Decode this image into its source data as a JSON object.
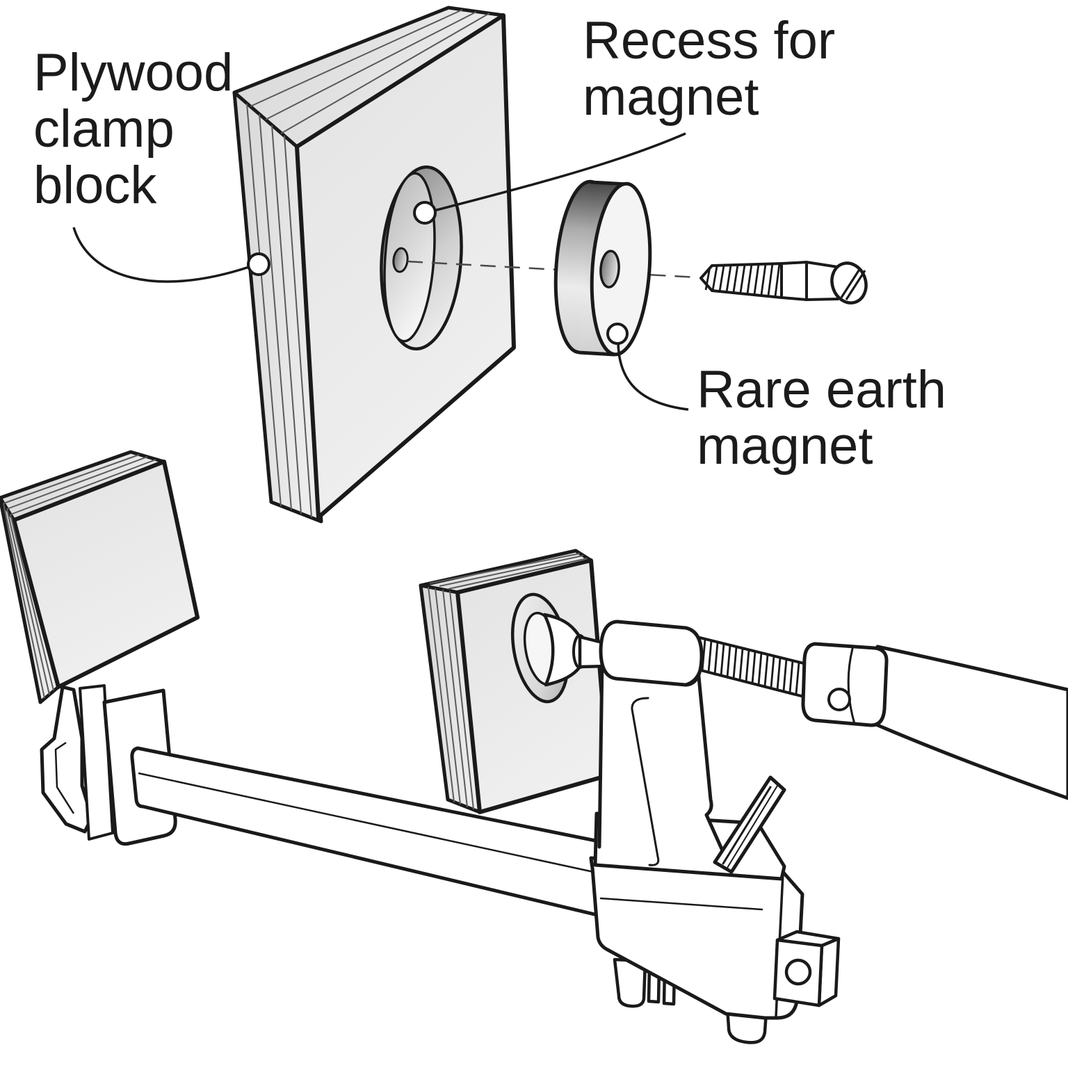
{
  "figure": {
    "background_color": "#ffffff",
    "line_color": "#1a1a1a",
    "labels": {
      "plywood_clamp_block": {
        "line1": "Plywood",
        "line2": "clamp",
        "line3": "block"
      },
      "recess_for_magnet": {
        "line1": "Recess for",
        "line2": "magnet"
      },
      "rare_earth_magnet": {
        "line1": "Rare earth",
        "line2": "magnet"
      }
    }
  }
}
